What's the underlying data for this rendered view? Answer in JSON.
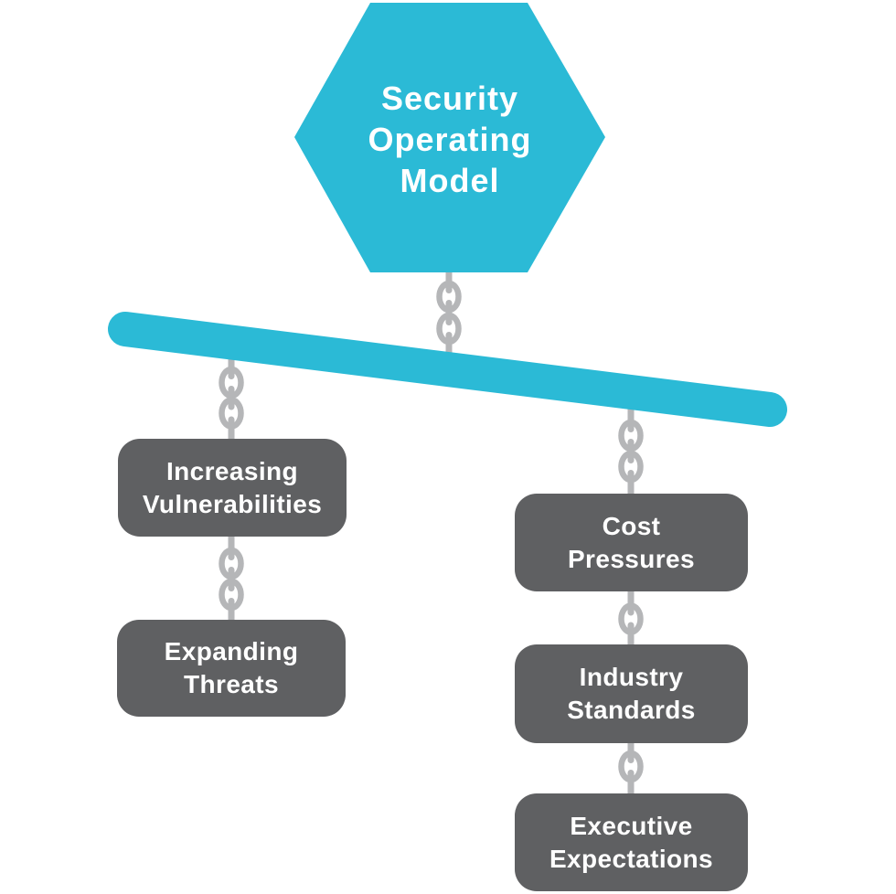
{
  "diagram": {
    "hexagon": {
      "lines": [
        "Security",
        "Operating",
        "Model"
      ]
    },
    "left_chain": [
      {
        "id": "increasing-vulnerabilities",
        "lines": [
          "Increasing",
          "Vulnerabilities"
        ]
      },
      {
        "id": "expanding-threats",
        "lines": [
          "Expanding",
          "Threats"
        ]
      }
    ],
    "right_chain": [
      {
        "id": "cost-pressures",
        "lines": [
          "Cost",
          "Pressures"
        ]
      },
      {
        "id": "industry-standards",
        "lines": [
          "Industry",
          "Standards"
        ]
      },
      {
        "id": "executive-expectations",
        "lines": [
          "Executive",
          "Expectations"
        ]
      }
    ],
    "colors": {
      "teal": "#2BBAD6",
      "box_gray": "#5F6062",
      "chain_gray": "#B5B6B8",
      "text": "#FFFFFF",
      "background": "#FFFFFF"
    }
  }
}
